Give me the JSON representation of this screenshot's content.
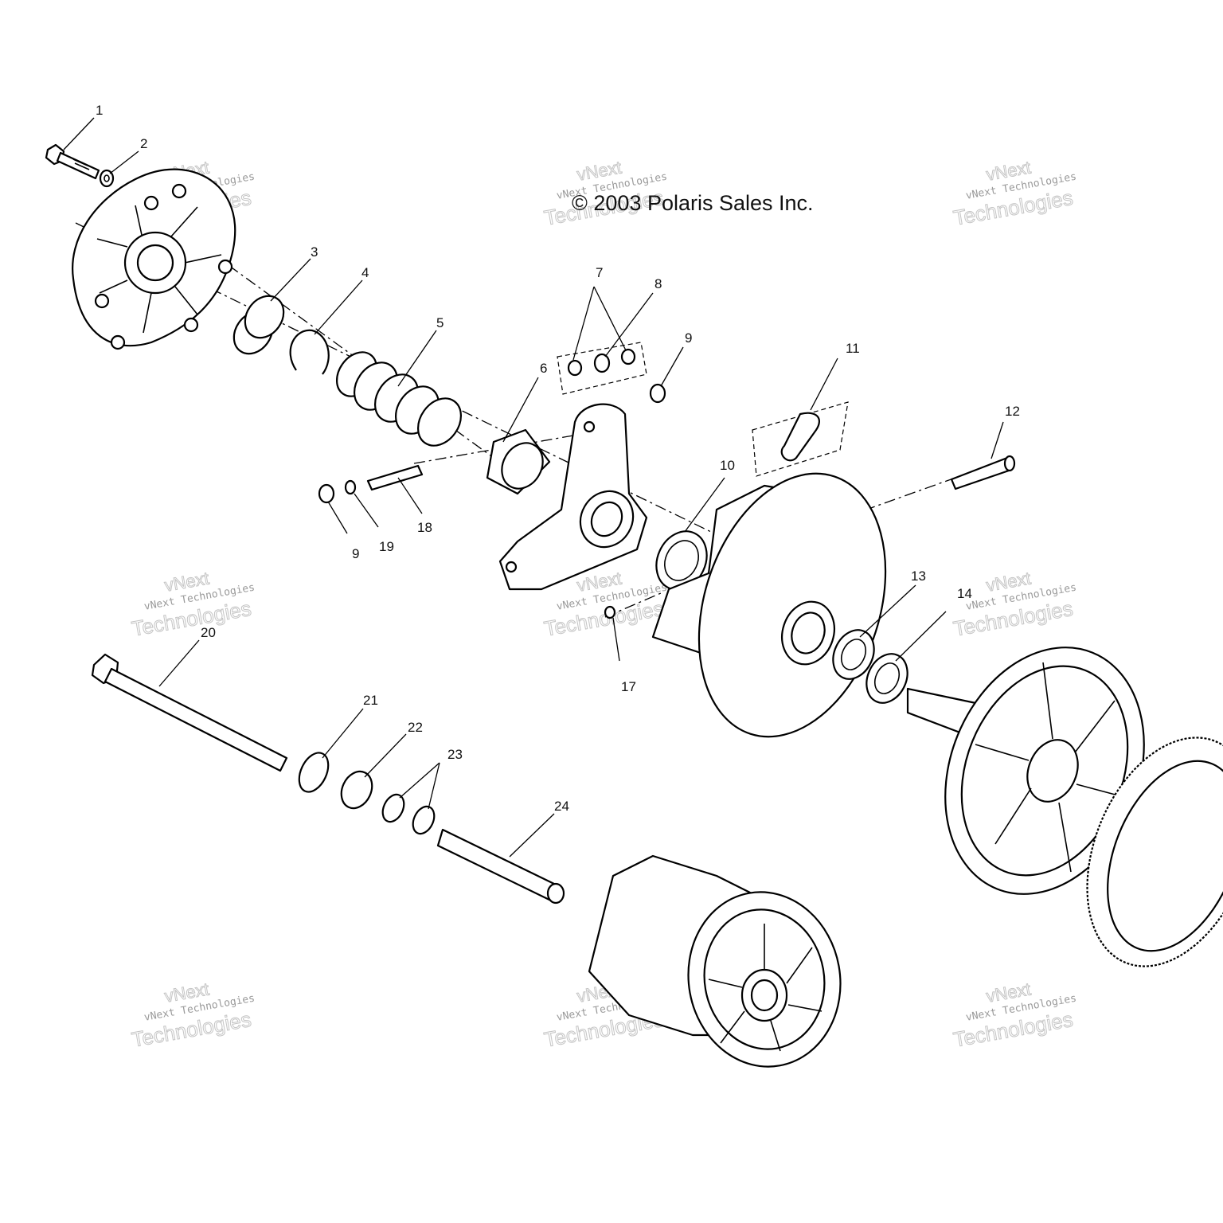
{
  "copyright": "© 2003 Polaris Sales Inc.",
  "watermark": {
    "line1": "vNext Technologies",
    "line2": "Technologies",
    "small": "vNext"
  },
  "part_labels": [
    {
      "id": "p1",
      "text": "1"
    },
    {
      "id": "p2",
      "text": "2"
    },
    {
      "id": "p3",
      "text": "3"
    },
    {
      "id": "p4",
      "text": "4"
    },
    {
      "id": "p5",
      "text": "5"
    },
    {
      "id": "p6",
      "text": "6"
    },
    {
      "id": "p7",
      "text": "7"
    },
    {
      "id": "p8",
      "text": "8"
    },
    {
      "id": "p9a",
      "text": "9"
    },
    {
      "id": "p9b",
      "text": "9"
    },
    {
      "id": "p10",
      "text": "10"
    },
    {
      "id": "p11",
      "text": "11"
    },
    {
      "id": "p12",
      "text": "12"
    },
    {
      "id": "p13",
      "text": "13"
    },
    {
      "id": "p14",
      "text": "14"
    },
    {
      "id": "p17",
      "text": "17"
    },
    {
      "id": "p18",
      "text": "18"
    },
    {
      "id": "p19",
      "text": "19"
    },
    {
      "id": "p20",
      "text": "20"
    },
    {
      "id": "p21",
      "text": "21"
    },
    {
      "id": "p22",
      "text": "22"
    },
    {
      "id": "p23",
      "text": "23"
    },
    {
      "id": "p24",
      "text": "24"
    }
  ]
}
